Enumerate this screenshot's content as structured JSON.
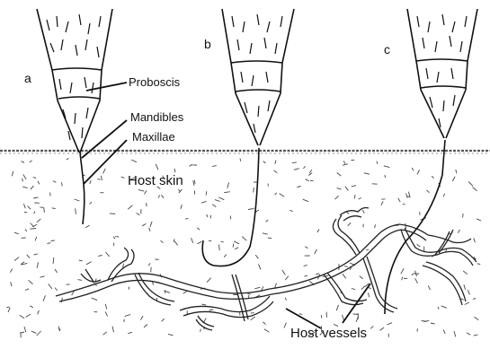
{
  "panels": {
    "a": "a",
    "b": "b",
    "c": "c"
  },
  "labels": {
    "proboscis": "Proboscis",
    "mandibles": "Mandibles",
    "maxillae": "Maxillae",
    "host_skin": "Host skin",
    "host_vessels": "Host vessels"
  },
  "colors": {
    "ink": "#111111",
    "background": "#ffffff",
    "skin_line": "#555555",
    "tissue_dash": "#444444"
  }
}
